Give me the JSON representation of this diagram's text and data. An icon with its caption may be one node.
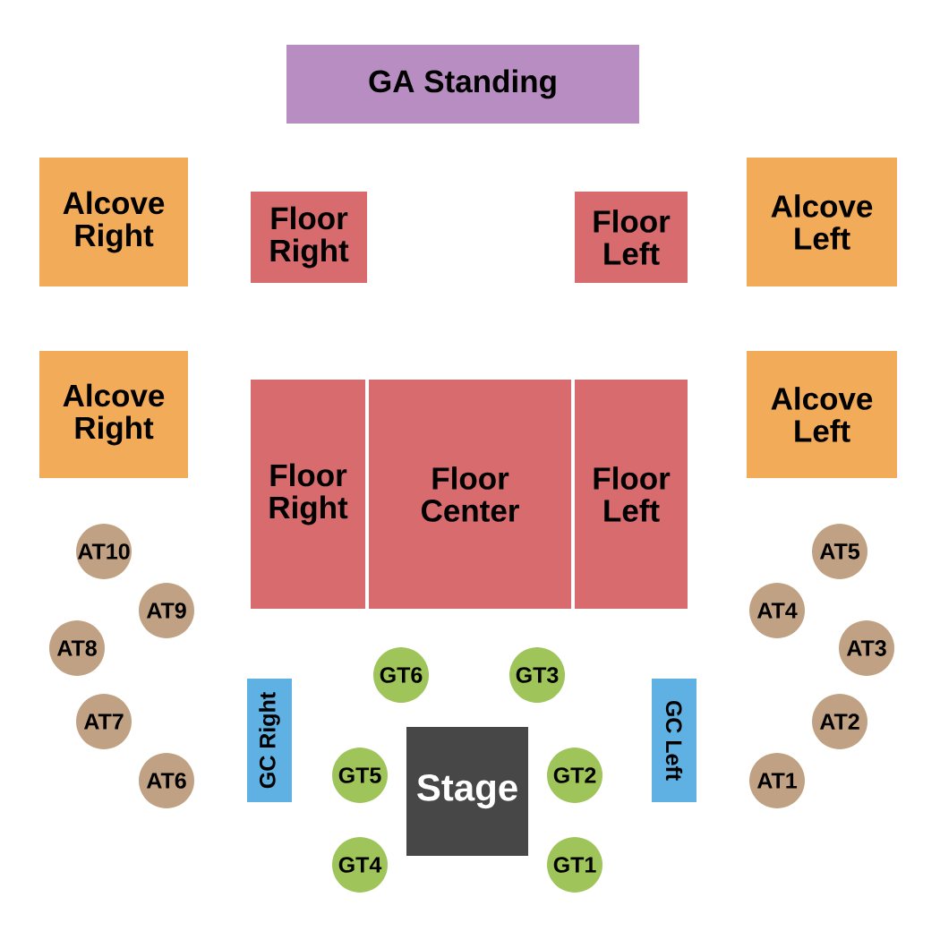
{
  "diagram": {
    "nodes": [
      {
        "text": [
          "GA Standing"
        ]
      },
      {
        "text": [
          "Alcove Right"
        ]
      },
      {
        "text": [
          "Floor Right"
        ]
      },
      {
        "text": [
          "Floor Left"
        ]
      },
      {
        "text": [
          "Alcove Left"
        ]
      },
      {
        "text": [
          "Alcove Right"
        ]
      },
      {
        "text": [
          "Floor Right"
        ]
      },
      {
        "text": [
          "Floor Center"
        ]
      },
      {
        "text": [
          "Floor Left"
        ]
      },
      {
        "text": [
          "Alcove Left"
        ]
      },
      {
        "text": [
          "AT10"
        ]
      },
      {
        "text": [
          "AT5"
        ]
      },
      {
        "text": [
          "AT9"
        ]
      },
      {
        "text": [
          "AT4"
        ]
      },
      {
        "text": [
          "AT8"
        ]
      },
      {
        "text": [
          "AT3"
        ]
      },
      {
        "text": [
          "GT6"
        ]
      },
      {
        "text": [
          "GT3"
        ]
      },
      {
        "text": [
          "GC Right"
        ]
      },
      {
        "text": [
          "GC Left"
        ]
      },
      {
        "text": [
          "AT7"
        ]
      },
      {
        "text": [
          "AT2"
        ]
      },
      {
        "text": [
          "GT5"
        ]
      },
      {
        "text": [
          "Stage"
        ]
      },
      {
        "text": [
          "GT2"
        ]
      },
      {
        "text": [
          "AT6"
        ]
      },
      {
        "text": [
          "AT1"
        ]
      },
      {
        "text": [
          "GT4"
        ]
      },
      {
        "text": [
          "GT1"
        ]
      }
    ]
  }
}
